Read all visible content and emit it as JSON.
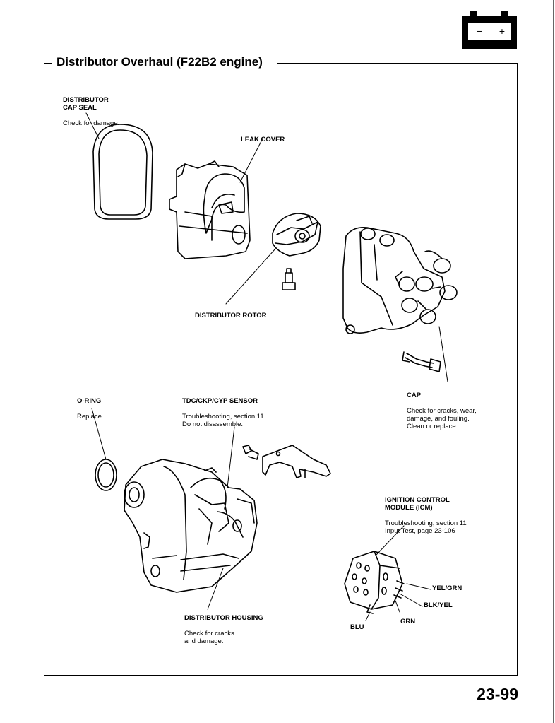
{
  "header": {
    "title": "Distributor Overhaul (F22B2 engine)",
    "battery_icon": "battery-icon",
    "battery_minus": "−",
    "battery_plus": "+"
  },
  "labels": {
    "cap_seal": {
      "head": "DISTRIBUTOR\nCAP SEAL",
      "desc": "Check for damage."
    },
    "leak_cover": {
      "head": "LEAK COVER"
    },
    "rotor": {
      "head": "DISTRIBUTOR ROTOR"
    },
    "cap": {
      "head": "CAP",
      "desc": "Check for cracks, wear,\ndamage, and fouling.\nClean or replace."
    },
    "o_ring": {
      "head": "O-RING",
      "desc": "Replace."
    },
    "sensor": {
      "head": "TDC/CKP/CYP SENSOR",
      "desc": "Troubleshooting, section 11\nDo not disassemble."
    },
    "icm": {
      "head": "IGNITION CONTROL\nMODULE (ICM)",
      "desc": "Troubleshooting, section 11\nInput Test, page 23-106"
    },
    "housing": {
      "head": "DISTRIBUTOR HOUSING",
      "desc": "Check for cracks\nand damage."
    },
    "wire_yel_grn": "YEL/GRN",
    "wire_blk_yel": "BLK/YEL",
    "wire_grn": "GRN",
    "wire_blu": "BLU"
  },
  "footer": {
    "page_number": "23-99"
  }
}
